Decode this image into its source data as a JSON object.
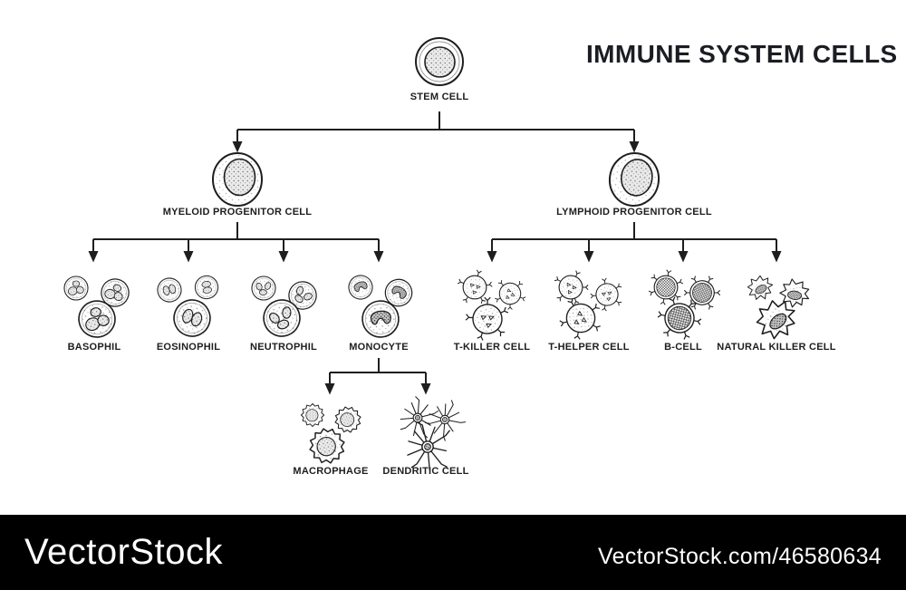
{
  "title": "IMMUNE SYSTEM CELLS",
  "colors": {
    "ink": "#1e1e1e",
    "background": "#ffffff",
    "watermark_bar_bg": "#000000",
    "watermark_text": "#ffffff"
  },
  "diagram": {
    "root": {
      "label": "STEM CELL"
    },
    "branches": [
      {
        "label": "MYELOID PROGENITOR CELL",
        "children": [
          "BASOPHIL",
          "EOSINOPHIL",
          "NEUTROPHIL",
          "MONOCYTE"
        ]
      },
      {
        "label": "LYMPHOID PROGENITOR CELL",
        "children": [
          "T-KILLER CELL",
          "T-HELPER CELL",
          "B-CELL",
          "NATURAL KILLER CELL"
        ]
      }
    ],
    "monocyte_children": [
      "MACROPHAGE",
      "DENDRITIC CELL"
    ],
    "icons": [
      "stem-cell-icon",
      "myeloid-progenitor-icon",
      "lymphoid-progenitor-icon",
      "basophil-icon",
      "eosinophil-icon",
      "neutrophil-icon",
      "monocyte-icon",
      "t-killer-cell-icon",
      "t-helper-cell-icon",
      "b-cell-icon",
      "natural-killer-cell-icon",
      "macrophage-icon",
      "dendritic-cell-icon"
    ]
  },
  "watermark": {
    "brand": "VectorStock",
    "credit": "VectorStock.com/46580634"
  }
}
